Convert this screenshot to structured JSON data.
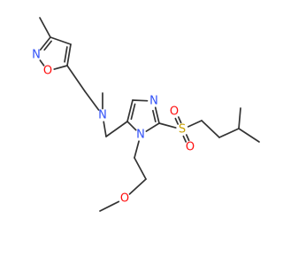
{
  "molecule": {
    "atoms": [
      {
        "id": "c_me_isox",
        "symbol": "C"
      },
      {
        "id": "c3_isox",
        "symbol": "C"
      },
      {
        "id": "n_isox",
        "symbol": "N",
        "label": "N",
        "color": "#3050f8"
      },
      {
        "id": "o_isox",
        "symbol": "O",
        "label": "O",
        "color": "#ff0d0d"
      },
      {
        "id": "c5_isox",
        "symbol": "C"
      },
      {
        "id": "c4_isox",
        "symbol": "C"
      },
      {
        "id": "c_ch2_isox",
        "symbol": "C"
      },
      {
        "id": "n_amine",
        "symbol": "N",
        "label": "N",
        "color": "#3050f8"
      },
      {
        "id": "c_nme",
        "symbol": "C"
      },
      {
        "id": "c_ch2_imid",
        "symbol": "C"
      },
      {
        "id": "c5_imid",
        "symbol": "C"
      },
      {
        "id": "c4_imid",
        "symbol": "C"
      },
      {
        "id": "n3_imid",
        "symbol": "N",
        "label": "N",
        "color": "#3050f8"
      },
      {
        "id": "c2_imid",
        "symbol": "C"
      },
      {
        "id": "n1_imid",
        "symbol": "N",
        "label": "N",
        "color": "#3050f8"
      },
      {
        "id": "s_sulfonyl",
        "symbol": "S",
        "label": "S",
        "color": "#c8a000"
      },
      {
        "id": "o_s_top",
        "symbol": "O",
        "label": "O",
        "color": "#ff0d0d"
      },
      {
        "id": "o_s_bottom",
        "symbol": "O",
        "label": "O",
        "color": "#ff0d0d"
      },
      {
        "id": "c_chain1",
        "symbol": "C"
      },
      {
        "id": "c_chain2",
        "symbol": "C"
      },
      {
        "id": "c_chain3",
        "symbol": "C"
      },
      {
        "id": "c_chain_me_a",
        "symbol": "C"
      },
      {
        "id": "c_chain_me_b",
        "symbol": "C"
      },
      {
        "id": "c_ethyl1",
        "symbol": "C"
      },
      {
        "id": "c_ethyl2",
        "symbol": "C"
      },
      {
        "id": "o_ether",
        "symbol": "O",
        "label": "O",
        "color": "#ff0d0d"
      },
      {
        "id": "c_ome",
        "symbol": "C"
      }
    ],
    "bonds": [
      {
        "a": "c_me_isox",
        "b": "c3_isox",
        "order": 1
      },
      {
        "a": "c3_isox",
        "b": "n_isox",
        "order": 2
      },
      {
        "a": "n_isox",
        "b": "o_isox",
        "order": 1
      },
      {
        "a": "o_isox",
        "b": "c5_isox",
        "order": 1
      },
      {
        "a": "c5_isox",
        "b": "c4_isox",
        "order": 2
      },
      {
        "a": "c4_isox",
        "b": "c3_isox",
        "order": 1
      },
      {
        "a": "c5_isox",
        "b": "c_ch2_isox",
        "order": 1
      },
      {
        "a": "c_ch2_isox",
        "b": "n_amine",
        "order": 1
      },
      {
        "a": "n_amine",
        "b": "c_nme",
        "order": 1
      },
      {
        "a": "n_amine",
        "b": "c_ch2_imid",
        "order": 1
      },
      {
        "a": "c_ch2_imid",
        "b": "c5_imid",
        "order": 1
      },
      {
        "a": "c5_imid",
        "b": "c4_imid",
        "order": 2
      },
      {
        "a": "c4_imid",
        "b": "n3_imid",
        "order": 1
      },
      {
        "a": "n3_imid",
        "b": "c2_imid",
        "order": 2
      },
      {
        "a": "c2_imid",
        "b": "n1_imid",
        "order": 1
      },
      {
        "a": "n1_imid",
        "b": "c5_imid",
        "order": 1
      },
      {
        "a": "c2_imid",
        "b": "s_sulfonyl",
        "order": 1
      },
      {
        "a": "s_sulfonyl",
        "b": "o_s_top",
        "order": 2
      },
      {
        "a": "s_sulfonyl",
        "b": "o_s_bottom",
        "order": 2
      },
      {
        "a": "s_sulfonyl",
        "b": "c_chain1",
        "order": 1
      },
      {
        "a": "c_chain1",
        "b": "c_chain2",
        "order": 1
      },
      {
        "a": "c_chain2",
        "b": "c_chain3",
        "order": 1
      },
      {
        "a": "c_chain3",
        "b": "c_chain_me_a",
        "order": 1
      },
      {
        "a": "c_chain3",
        "b": "c_chain_me_b",
        "order": 1
      },
      {
        "a": "n1_imid",
        "b": "c_ethyl1",
        "order": 1
      },
      {
        "a": "c_ethyl1",
        "b": "c_ethyl2",
        "order": 1
      },
      {
        "a": "c_ethyl2",
        "b": "o_ether",
        "order": 1
      },
      {
        "a": "o_ether",
        "b": "c_ome",
        "order": 1
      }
    ]
  },
  "colors": {
    "bond": "#333333",
    "nitrogen": "#3050f8",
    "oxygen": "#ff0d0d",
    "sulfur": "#c8a000",
    "background": "#ffffff"
  }
}
